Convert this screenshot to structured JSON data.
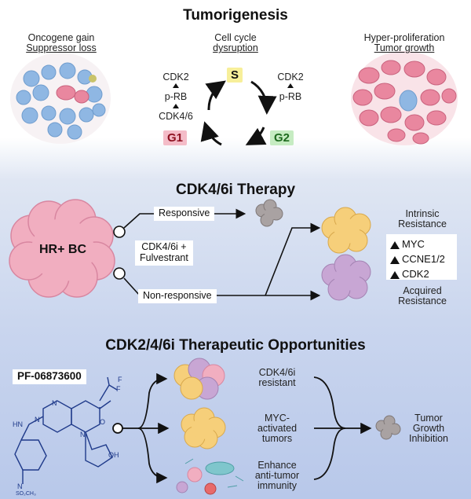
{
  "tumorigenesis": {
    "title": "Tumorigenesis",
    "left_label": [
      "Oncogene gain",
      "Suppressor loss"
    ],
    "center_label": [
      "Cell cycle",
      "dysruption"
    ],
    "right_label": [
      "Hyper-proliferation",
      "Tumor growth"
    ],
    "cycle": {
      "left_stack": [
        "CDK2",
        "p-RB",
        "CDK4/6"
      ],
      "right_stack": [
        "CDK2",
        "p-RB"
      ],
      "phases": {
        "s": "S",
        "g1": "G1",
        "g2": "G2"
      }
    }
  },
  "therapy": {
    "title": "CDK4/6i Therapy",
    "tumor_label": "HR+ BC",
    "drug_label": [
      "CDK4/6i +",
      "Fulvestrant"
    ],
    "responsive": "Responsive",
    "non_responsive": "Non-responsive",
    "intrinsic": [
      "Intrinsic",
      "Resistance"
    ],
    "markers": [
      "MYC",
      "CCNE1/2",
      "CDK2"
    ],
    "acquired": [
      "Acquired",
      "Resistance"
    ]
  },
  "opportunities": {
    "title": "CDK2/4/6i Therapeutic Opportunities",
    "compound": "PF-06873600",
    "items": [
      [
        "CDK4/6i",
        "resistant"
      ],
      [
        "MYC-",
        "activated",
        "tumors"
      ],
      [
        "Enhance",
        "anti-tumor",
        "immunity"
      ]
    ],
    "outcome": [
      "Tumor",
      "Growth",
      "Inhibition"
    ]
  },
  "colors": {
    "s_phase": "#f7ef9a",
    "g1_phase": "#f4bcc8",
    "g1_text": "#8e1020",
    "g2_phase": "#c6ecc2",
    "g2_text": "#1e6a1e",
    "blue_cell": "#8fb7e3",
    "pink_cell": "#e9879f",
    "tumor_pink": "#f1aec0",
    "tumor_yellow": "#f6cf7a",
    "tumor_purple": "#c8a6d4",
    "tumor_gray": "#a9a2a2"
  }
}
